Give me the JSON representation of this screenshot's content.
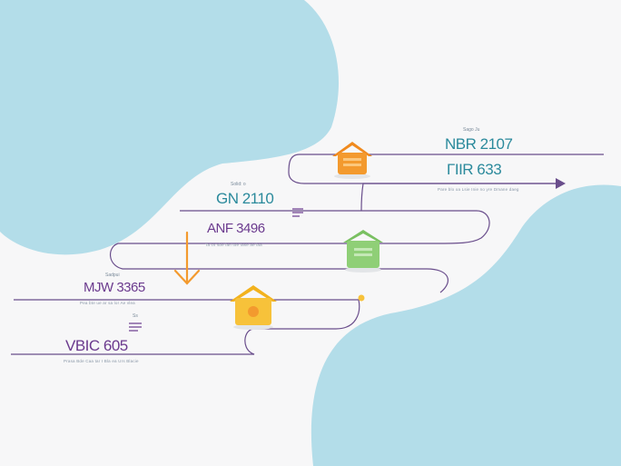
{
  "colors": {
    "background": "#f7f7f8",
    "blob": "#b3dde9",
    "line": "#6a4e8c",
    "teal_text": "#2b8a9c",
    "purple_text": "#6b3a8e",
    "orange": "#f39a2e",
    "green": "#8fcf77",
    "yellow": "#f7c23a"
  },
  "milestones": [
    {
      "id": "top",
      "small_label": "Sago Ju",
      "title": "NBR 2107",
      "subtitle": "ΓIIR 633",
      "note": "Pare blo oa Lsie Inie no yre Dmane daeg",
      "icon": "orange-house-icon"
    },
    {
      "id": "upper-mid",
      "small_label": "Solid: o",
      "title": "GN 2110",
      "subtitle": "ANF 3496",
      "note": "Ta cs sbe lan toe Iase ae laa",
      "icon": "green-house-icon"
    },
    {
      "id": "lower-mid",
      "small_label": "Sadpui",
      "title": "MJW 3365",
      "note": "Pea bte ue ar sa lor Ae vlea",
      "icon": "yellow-house-icon"
    },
    {
      "id": "bottom",
      "small_label": "Ss",
      "title": "VBIC 605",
      "note": "Prasa Bde Caa tar I Bla ea Urs Blacie",
      "icon": "doc-icon"
    }
  ]
}
